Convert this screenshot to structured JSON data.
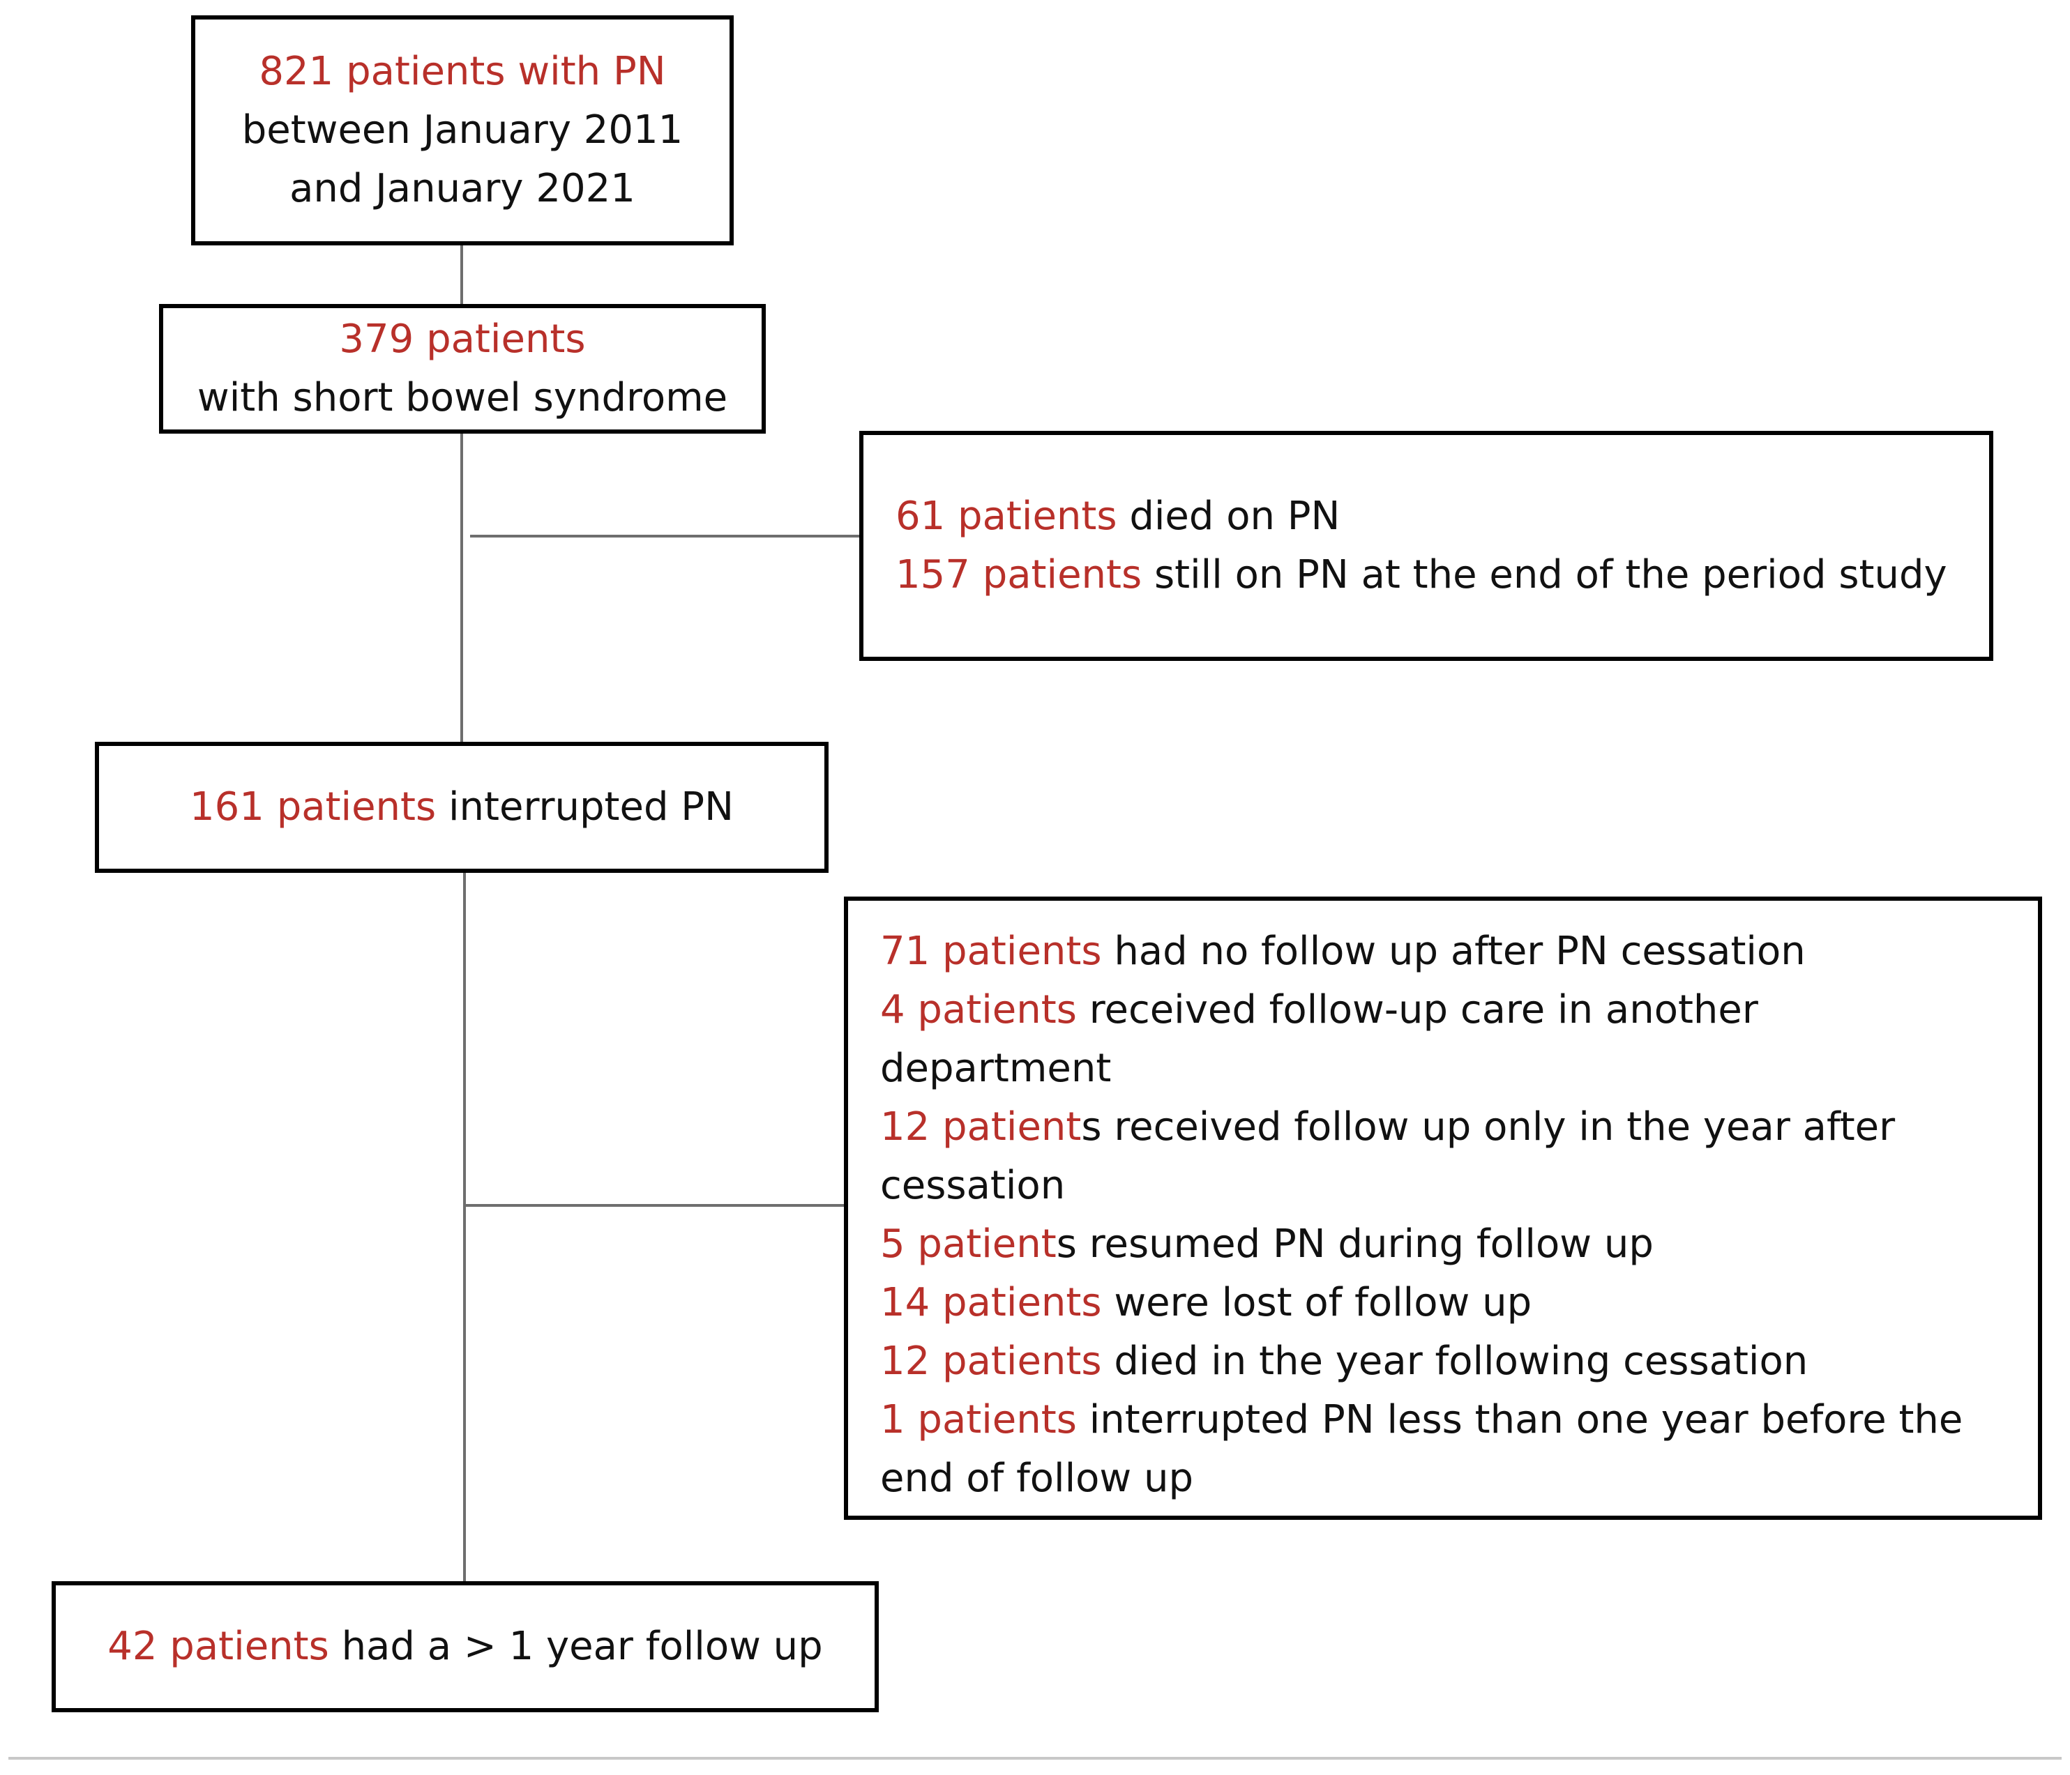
{
  "colors": {
    "highlight": "#b8302a",
    "text": "#111111",
    "border": "#000000",
    "connector": "#6e6e6e"
  },
  "boxes": {
    "start": [
      {
        "r": "821 patients with PN",
        "t": ""
      },
      {
        "r": "",
        "t": "between January 2011"
      },
      {
        "r": "",
        "t": "and January 2021"
      }
    ],
    "sbs": [
      {
        "r": "379 patients",
        "t": ""
      },
      {
        "r": "",
        "t": "with short bowel syndrome"
      }
    ],
    "excl1": [
      {
        "r": "61 patients",
        "t": " died on PN"
      },
      {
        "r": "157 patients",
        "t": " still on PN at the end of the period study"
      }
    ],
    "interrupted": [
      {
        "r": "161 patients",
        "t": " interrupted PN"
      }
    ],
    "excl2": [
      {
        "r": "71 patients",
        "t": " had no follow up after PN cessation"
      },
      {
        "r": "4 patients",
        "t": " received follow-up care in another"
      },
      {
        "r": "",
        "t": "department"
      },
      {
        "r": "12 patient",
        "t": "s received follow up only in the year after"
      },
      {
        "r": "",
        "t": "cessation"
      },
      {
        "r": "5 patient",
        "t": "s resumed PN during follow up"
      },
      {
        "r": "14 patients",
        "t": " were lost of follow up"
      },
      {
        "r": "12 patients",
        "t": " died in the year following cessation"
      },
      {
        "r": "1 patients",
        "t": " interrupted PN less than one year before the"
      },
      {
        "r": "",
        "t": "end of follow up"
      }
    ],
    "final": [
      {
        "r": "42 patients",
        "t": " had a > 1 year follow up"
      }
    ]
  }
}
